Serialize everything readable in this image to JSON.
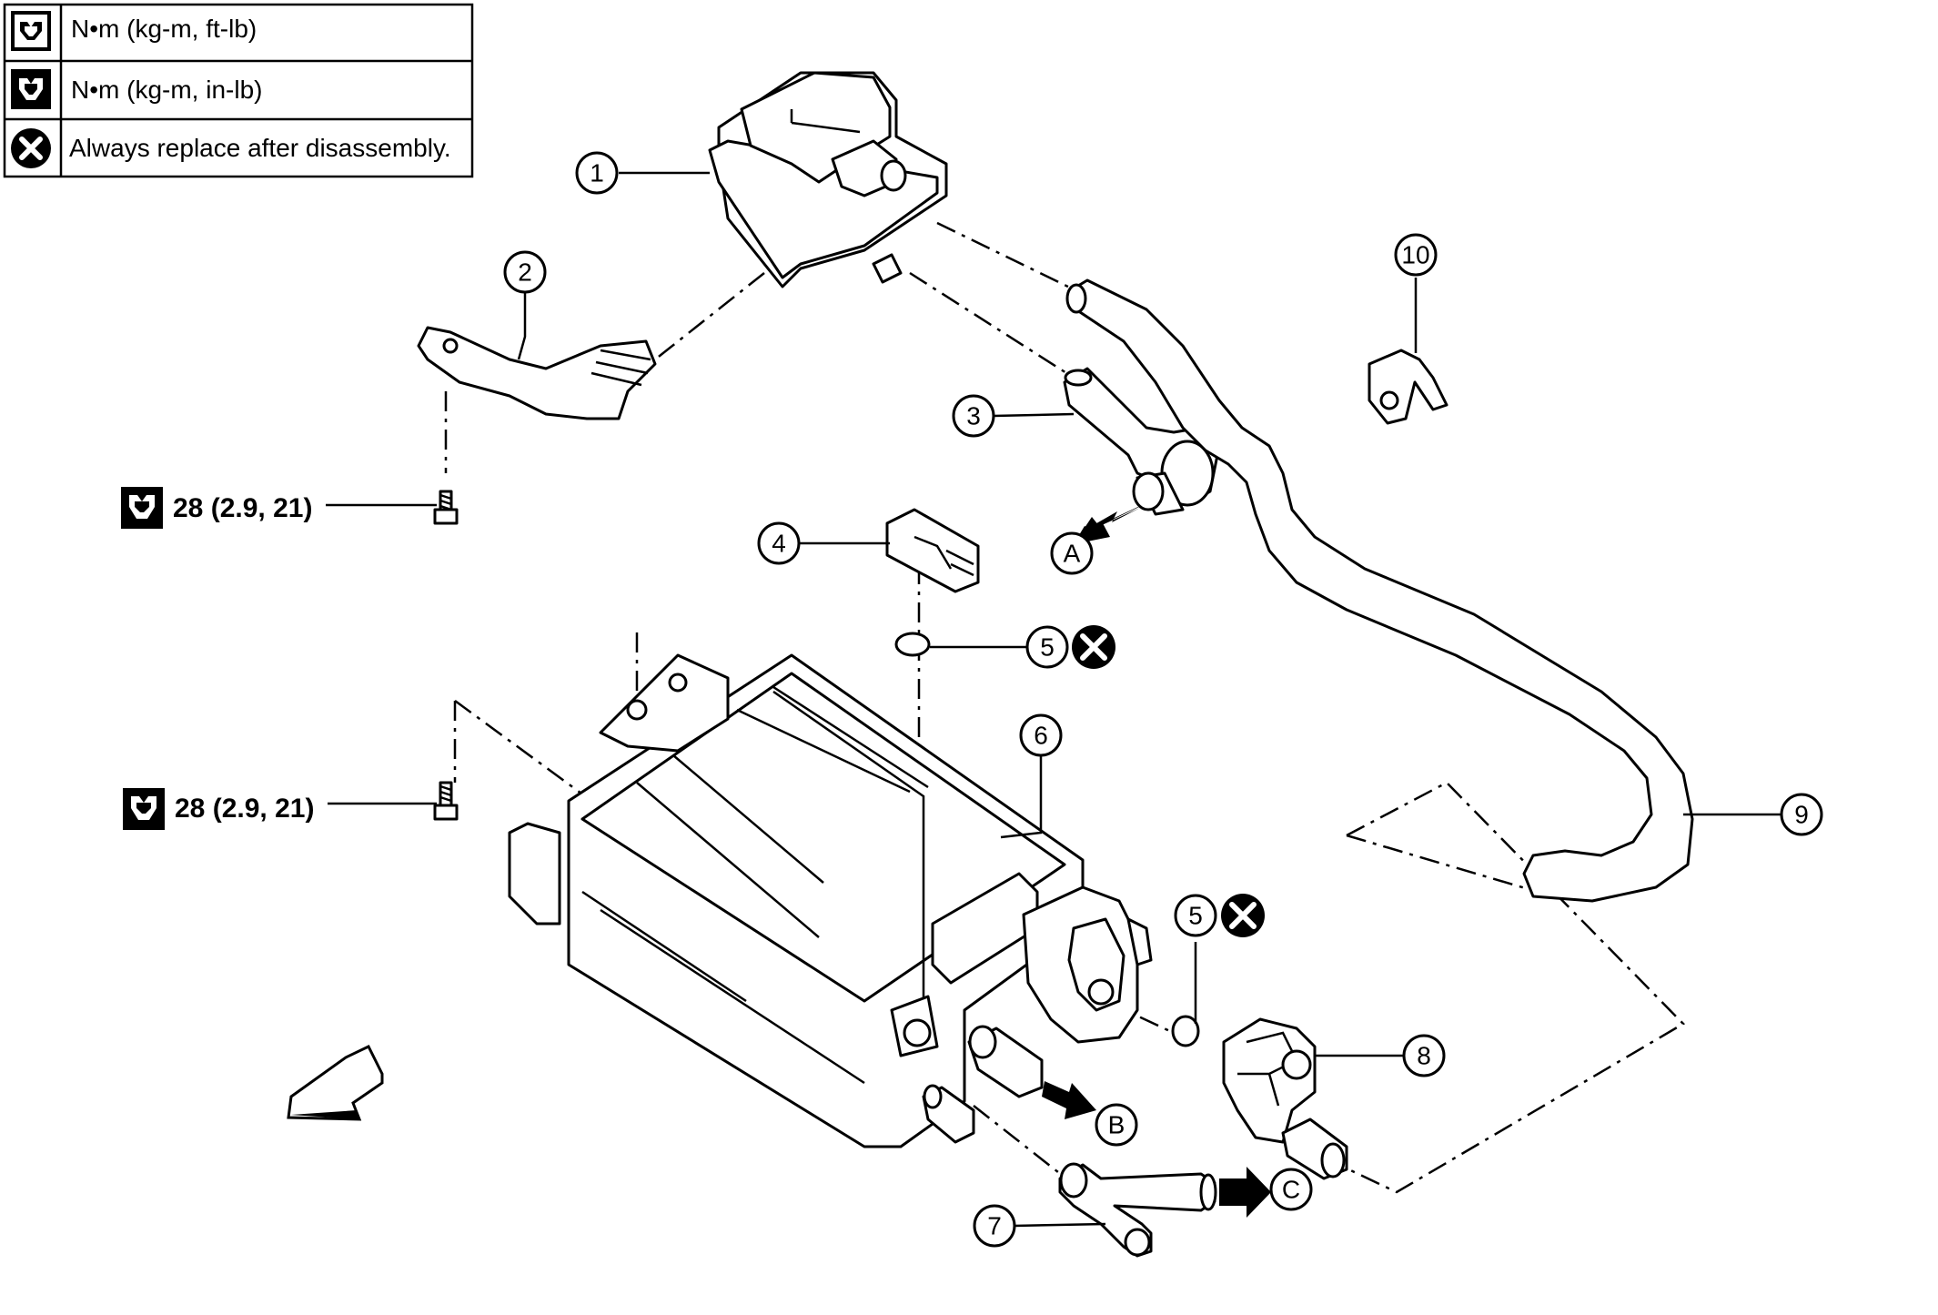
{
  "legend": {
    "rows": [
      {
        "icon": "open-wrench-icon",
        "text": "N•m (kg-m, ft-lb)"
      },
      {
        "icon": "filled-wrench-icon",
        "text": "N•m (kg-m, in-lb)"
      },
      {
        "icon": "replace-x-icon",
        "text": "Always replace after disassembly."
      }
    ]
  },
  "torques": [
    {
      "value": "28 (2.9, 21)",
      "icon": "filled-wrench-icon"
    },
    {
      "value": "28 (2.9, 21)",
      "icon": "filled-wrench-icon"
    }
  ],
  "callouts": [
    "1",
    "2",
    "3",
    "4",
    "5",
    "5",
    "6",
    "7",
    "8",
    "9",
    "10"
  ],
  "connections": [
    "A",
    "B",
    "C"
  ],
  "colors": {
    "ink": "#000000",
    "paper": "#ffffff"
  }
}
